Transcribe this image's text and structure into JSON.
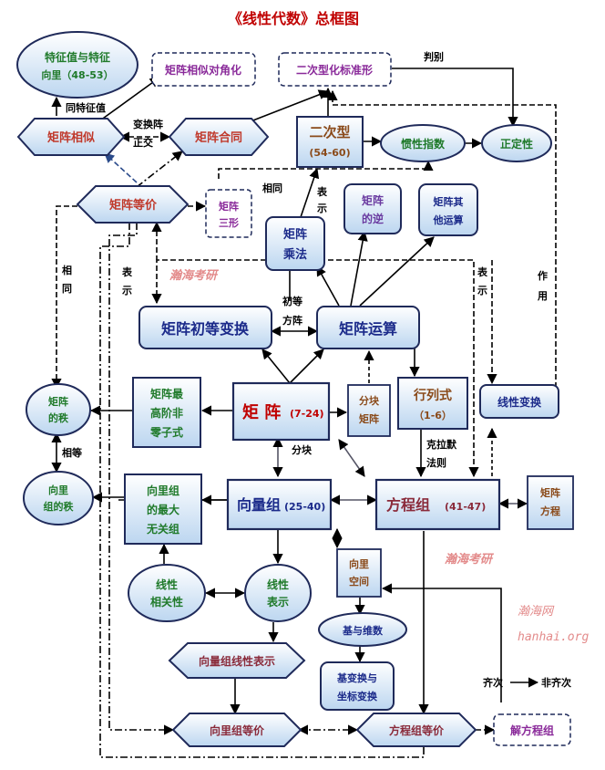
{
  "title": "《线性代数》总框图",
  "nodes": {
    "eigen_l1": "特征值与特征",
    "eigen_l2": "向里（48-53）",
    "diag_sim": "矩阵相似对角化",
    "quad_std": "二次型化标准形",
    "mat_sim": "矩阵相似",
    "mat_cong": "矩阵合同",
    "quad_l1": "二次型",
    "quad_l2": "(54-60)",
    "inertia": "惯性指数",
    "posdef": "正定性",
    "mat_equiv": "矩阵等价",
    "three_l1": "矩阵",
    "three_l2": "三形",
    "mult_l1": "矩阵",
    "mult_l2": "乘法",
    "inv_l1": "矩阵",
    "inv_l2": "的逆",
    "other_l1": "矩阵其",
    "other_l2": "他运算",
    "elem": "矩阵初等变换",
    "ops": "矩阵运算",
    "rank_l1": "矩阵",
    "rank_l2": "的秩",
    "minor_l1": "矩阵最",
    "minor_l2": "高阶非",
    "minor_l3": "零子式",
    "matrix_main": "矩 阵",
    "matrix_num": "(7-24)",
    "block_l1": "分块",
    "block_l2": "矩阵",
    "det_l1": "行列式",
    "det_l2": "（1-6）",
    "lin_trans": "线性变换",
    "vrank_l1": "向里",
    "vrank_l2": "组的秩",
    "maxind_l1": "向里组",
    "maxind_l2": "的最大",
    "maxind_l3": "无关组",
    "vec_main": "向量组",
    "vec_num": "(25-40)",
    "eq_main": "方程组",
    "eq_num": "(41-47)",
    "mateq_l1": "矩阵",
    "mateq_l2": "方程",
    "vspace_l1": "向里",
    "vspace_l2": "空间",
    "lindep_l1": "线性",
    "lindep_l2": "相关性",
    "linrep_l1": "线性",
    "linrep_l2": "表示",
    "basis": "基与维数",
    "basis_tr_l1": "基变换与",
    "basis_tr_l2": "坐标变换",
    "vec_linrep": "向量组线性表示",
    "vec_equiv": "向里组等价",
    "eq_equiv": "方程组等价",
    "solve_eq": "解方程组"
  },
  "edge_labels": {
    "same_eigen": "同特征值",
    "swap_l1": "变换阵",
    "swap_l2": "正交",
    "judge": "判别",
    "same1": "相同",
    "represent1_l1": "表",
    "represent1_l2": "示",
    "same2_l1": "相",
    "same2_l2": "同",
    "represent2_l1": "表",
    "represent2_l2": "示",
    "represent3_l1": "表",
    "represent3_l2": "示",
    "act_l1": "作",
    "act_l2": "用",
    "elem_l1": "初等",
    "elem_l2": "方阵",
    "equal": "相等",
    "blocking": "分块",
    "cramer_l1": "克拉默",
    "cramer_l2": "法则",
    "homog": "齐次",
    "nonhomog": "非齐次"
  },
  "watermarks": {
    "w1": "瀚海考研",
    "w2": "瀚海考研",
    "w3": "瀚海网",
    "w4": "hanhai.org"
  },
  "colors": {
    "box_fill": "#dbe9f7",
    "box_stroke": "#1f2a5a",
    "node_fill": "#cfe3f8",
    "purple_text": "#8a2a9a",
    "red_text": "#c00000",
    "green_text": "#1f7a2a",
    "brown_text": "#8a4a1a",
    "navy_text": "#1b2a8a",
    "watermark": "#e38b8b"
  }
}
